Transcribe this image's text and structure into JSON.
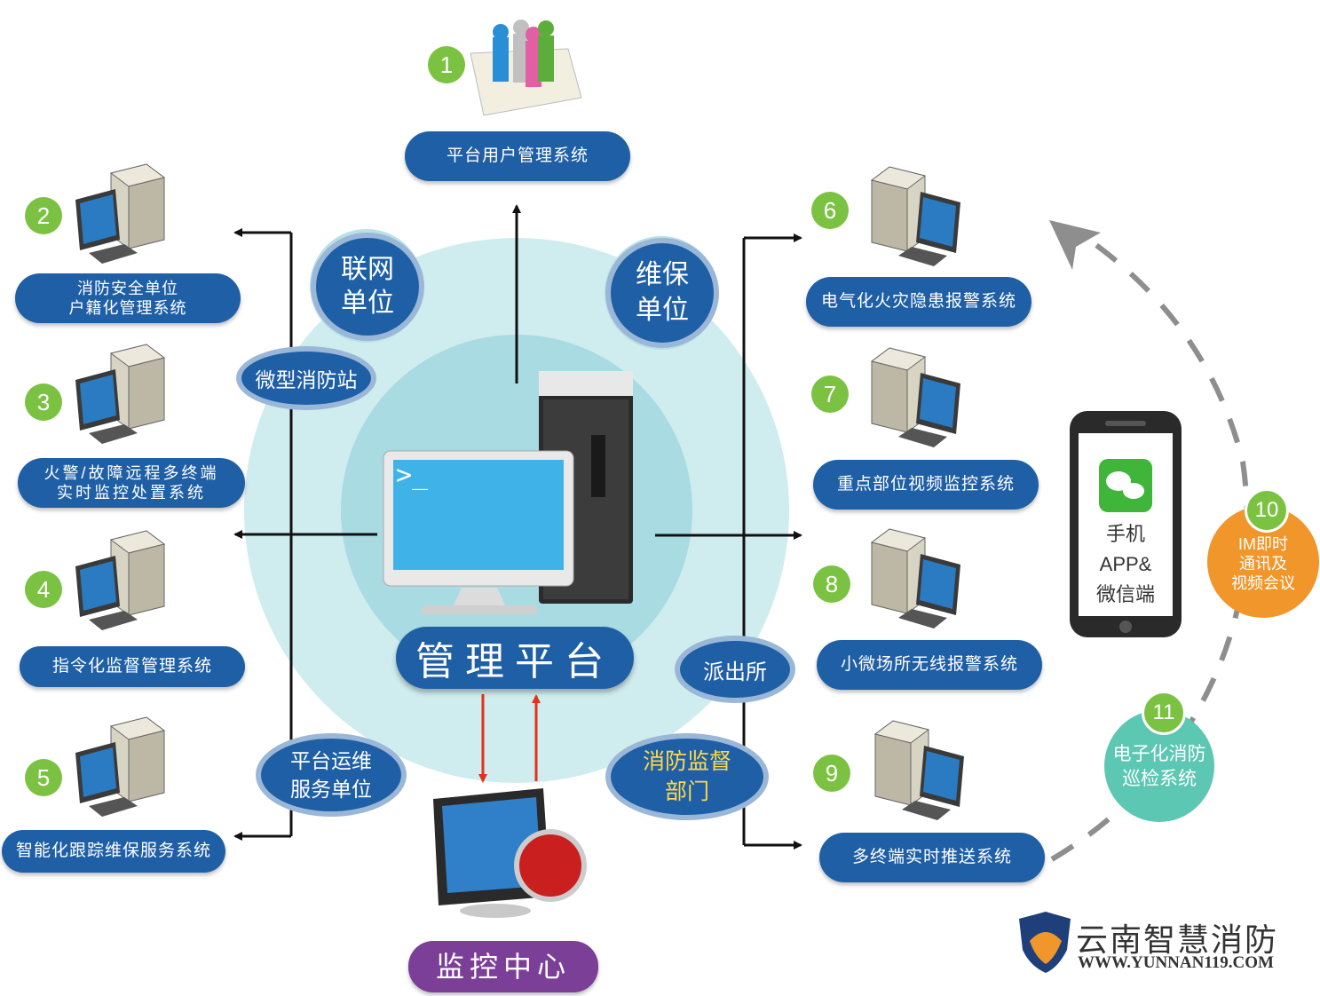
{
  "center": {
    "label": "管理平台"
  },
  "top_system": {
    "num": "1",
    "label": "平台用户管理系统"
  },
  "left_systems": [
    {
      "num": "2",
      "label": "消防安全单位\n户籍化管理系统"
    },
    {
      "num": "3",
      "label": "火警/故障远程多终端\n实时监控处置系统"
    },
    {
      "num": "4",
      "label": "指令化监督管理系统"
    },
    {
      "num": "5",
      "label": "智能化跟踪维保服务系统"
    }
  ],
  "right_systems": [
    {
      "num": "6",
      "label": "电气化火灾隐患报警系统"
    },
    {
      "num": "7",
      "label": "重点部位视频监控系统"
    },
    {
      "num": "8",
      "label": "小微场所无线报警系统"
    },
    {
      "num": "9",
      "label": "多终端实时推送系统"
    }
  ],
  "units": {
    "lianwang": "联网\n单位",
    "weibao": "维保\n单位",
    "weixing": "微型消防站",
    "paichusuo": "派出所",
    "yunwei": "平台运维\n服务单位",
    "jiandu": "消防监督\n部门"
  },
  "monitor_center": {
    "label": "监控中心"
  },
  "phone": {
    "text": "手机\nAPP&\n微信端"
  },
  "badge_10": {
    "num": "10",
    "text": "IM即时\n通讯及\n视频会议"
  },
  "badge_11": {
    "num": "11",
    "text": "电子化消防\n巡检系统"
  },
  "logo": {
    "name": "云南智慧消防",
    "url": "WWW.YUNNAN119.COM"
  },
  "terminal_prompt": ">_",
  "colors": {
    "blue": "#1f5fa6",
    "green": "#7cc242",
    "orange": "#f0962a",
    "teal": "#5cc7b2",
    "purple": "#7b3f98",
    "circle": "#cfecef",
    "inner_circle": "#a9dbe2",
    "yellow_text": "#ffd84a"
  }
}
